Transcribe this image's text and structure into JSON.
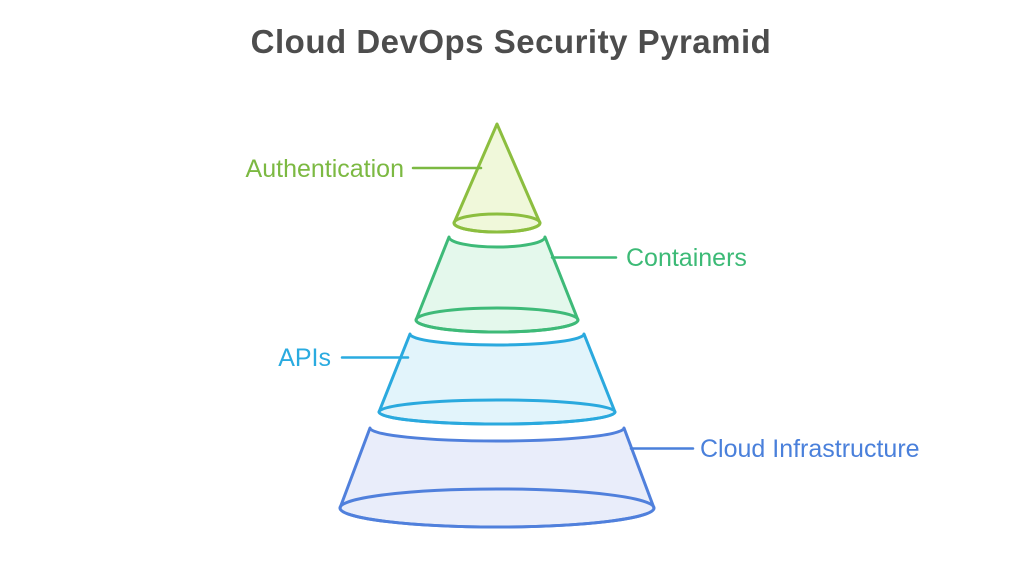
{
  "title": {
    "text": "Cloud DevOps Security Pyramid",
    "color": "#4d4d4d"
  },
  "background_color": "#ffffff",
  "pyramid": {
    "type": "funnel-pyramid-3d",
    "layer_count": 4,
    "layers": [
      {
        "rank": 1,
        "label": "Authentication",
        "label_side": "left",
        "stroke": "#8cbe3f",
        "fill": "#f0f8da",
        "label_color": "#7cb942"
      },
      {
        "rank": 2,
        "label": "Containers",
        "label_side": "right",
        "stroke": "#3eba78",
        "fill": "#e4f8ec",
        "label_color": "#3cba76"
      },
      {
        "rank": 3,
        "label": "APIs",
        "label_side": "left",
        "stroke": "#2aa9de",
        "fill": "#e2f4fb",
        "label_color": "#2aabe0"
      },
      {
        "rank": 4,
        "label": "Cloud Infrastructure",
        "label_side": "right",
        "stroke": "#5080dc",
        "fill": "#e9edfa",
        "label_color": "#4a80db"
      }
    ]
  }
}
